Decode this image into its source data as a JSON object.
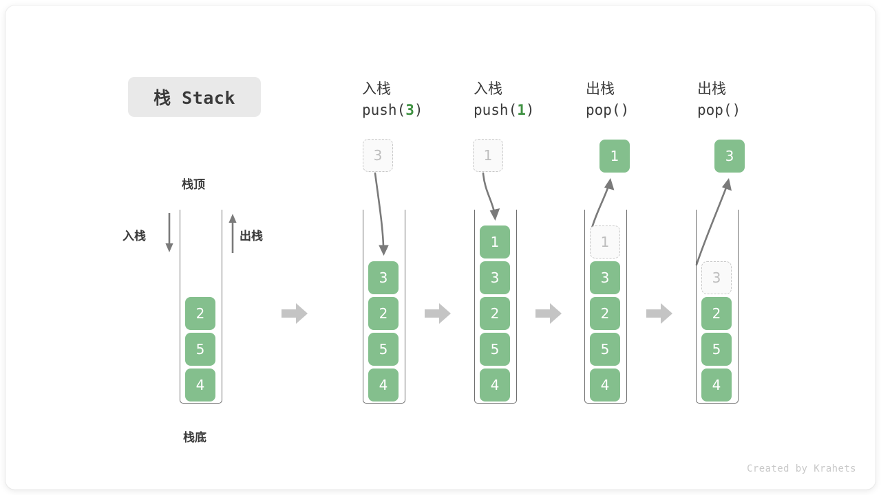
{
  "card": {
    "title_pill": "栈 Stack",
    "watermark": "Created by Krahets"
  },
  "annotations": {
    "top_label": "栈顶",
    "bottom_label": "栈底",
    "push_label": "入栈",
    "pop_label": "出栈"
  },
  "colors": {
    "element_fill": "#84bf8d",
    "element_text": "#ffffff",
    "ghost_border": "#c8c8c8",
    "ghost_text": "#bdbdbd",
    "container_border": "#6f6f6f",
    "step_arrow": "#c4c4c4",
    "motion_arrow": "#7a7a7a",
    "accent_code": "#3f9142",
    "pill_bg": "#e9e9e9",
    "text": "#3a3a3a"
  },
  "columns": [
    {
      "id": "initial",
      "header_cn": "",
      "header_code_prefix": "",
      "header_code_arg": "",
      "header_code_suffix": "",
      "items": [
        {
          "value": "2",
          "state": "solid"
        },
        {
          "value": "5",
          "state": "solid"
        },
        {
          "value": "4",
          "state": "solid"
        }
      ],
      "floating": null
    },
    {
      "id": "push-3",
      "header_cn": "入栈",
      "header_code_prefix": "push(",
      "header_code_arg": "3",
      "header_code_suffix": ")",
      "items": [
        {
          "value": "3",
          "state": "solid"
        },
        {
          "value": "2",
          "state": "solid"
        },
        {
          "value": "5",
          "state": "solid"
        },
        {
          "value": "4",
          "state": "solid"
        }
      ],
      "floating": {
        "value": "3",
        "state": "ghost",
        "direction": "in"
      }
    },
    {
      "id": "push-1",
      "header_cn": "入栈",
      "header_code_prefix": "push(",
      "header_code_arg": "1",
      "header_code_suffix": ")",
      "items": [
        {
          "value": "1",
          "state": "solid"
        },
        {
          "value": "3",
          "state": "solid"
        },
        {
          "value": "2",
          "state": "solid"
        },
        {
          "value": "5",
          "state": "solid"
        },
        {
          "value": "4",
          "state": "solid"
        }
      ],
      "floating": {
        "value": "1",
        "state": "ghost",
        "direction": "in"
      }
    },
    {
      "id": "pop-1",
      "header_cn": "出栈",
      "header_code_prefix": "pop(",
      "header_code_arg": "",
      "header_code_suffix": ")",
      "items": [
        {
          "value": "1",
          "state": "ghost"
        },
        {
          "value": "3",
          "state": "solid"
        },
        {
          "value": "2",
          "state": "solid"
        },
        {
          "value": "5",
          "state": "solid"
        },
        {
          "value": "4",
          "state": "solid"
        }
      ],
      "floating": {
        "value": "1",
        "state": "solid",
        "direction": "out"
      }
    },
    {
      "id": "pop-2",
      "header_cn": "出栈",
      "header_code_prefix": "pop(",
      "header_code_arg": "",
      "header_code_suffix": ")",
      "items": [
        {
          "value": "3",
          "state": "ghost"
        },
        {
          "value": "2",
          "state": "solid"
        },
        {
          "value": "5",
          "state": "solid"
        },
        {
          "value": "4",
          "state": "solid"
        }
      ],
      "floating": {
        "value": "3",
        "state": "solid",
        "direction": "out"
      }
    }
  ],
  "step_separators": [
    "arrow-right-icon",
    "arrow-right-icon",
    "arrow-right-icon",
    "arrow-right-icon"
  ]
}
